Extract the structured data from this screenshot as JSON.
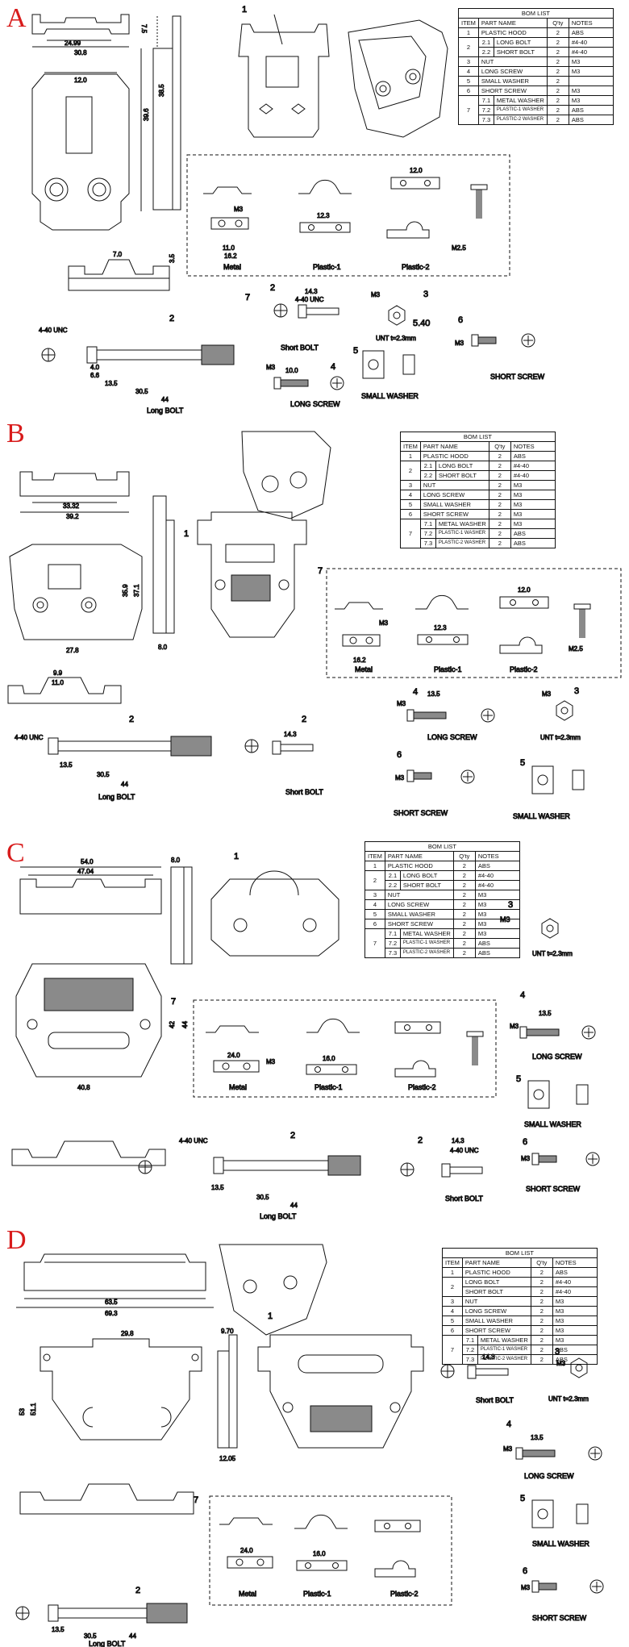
{
  "sections": [
    {
      "letter": "A",
      "bom": {
        "title": "BOM LIST",
        "headers": [
          "ITEM",
          "PART NAME",
          "Q'ty",
          "NOTES"
        ],
        "rows": [
          {
            "item": "1",
            "sub": "",
            "name": "PLASTIC HOOD",
            "qty": "2",
            "notes": "ABS"
          },
          {
            "item": "2",
            "sub": "2.1",
            "name": "LONG BOLT",
            "qty": "2",
            "notes": "#4-40"
          },
          {
            "item": "",
            "sub": "2.2",
            "name": "SHORT BOLT",
            "qty": "2",
            "notes": "#4-40"
          },
          {
            "item": "3",
            "sub": "",
            "name": "NUT",
            "qty": "2",
            "notes": "M3"
          },
          {
            "item": "4",
            "sub": "",
            "name": "LONG SCREW",
            "qty": "2",
            "notes": "M3"
          },
          {
            "item": "5",
            "sub": "",
            "name": "SMALL WASHER",
            "qty": "2",
            "notes": ""
          },
          {
            "item": "6",
            "sub": "",
            "name": "SHORT SCREW",
            "qty": "2",
            "notes": "M3"
          },
          {
            "item": "7",
            "sub": "7.1",
            "name": "METAL WASHER",
            "qty": "2",
            "notes": "M3"
          },
          {
            "item": "",
            "sub": "7.2",
            "name": "PLASTIC-1 WASHER",
            "qty": "2",
            "notes": "ABS"
          },
          {
            "item": "",
            "sub": "7.3",
            "name": "PLASTIC-2 WASHER",
            "qty": "2",
            "notes": "ABS"
          }
        ]
      },
      "dims": {
        "d1": "24.99",
        "d2": "30.8",
        "d3": "12.0",
        "d4": "7.5",
        "d5": "39.6",
        "d6": "38.5",
        "d7": "7.0",
        "d8": "3.5",
        "d9": "12.0",
        "d10": "12.3",
        "d11": "11.0",
        "d12": "16.2",
        "d13": "14.3",
        "d14": "4-40 UNC",
        "d15": "5.40",
        "d16": "10.0",
        "d17": "30.5",
        "d18": "44",
        "d19": "13.5",
        "d20": "6.6",
        "d21": "4.0"
      },
      "labels": {
        "p1": "1",
        "p2": "2",
        "p3": "3",
        "p4": "4",
        "p5": "5",
        "p6": "6",
        "p7": "7",
        "metal": "Metal",
        "plastic1": "Plastic-1",
        "plastic2": "Plastic-2",
        "shortbolt": "Short BOLT",
        "longbolt": "Long BOLT",
        "longscrew": "LONG SCREW",
        "smallwasher": "SMALL WASHER",
        "shortscrew": "SHORT SCREW",
        "unt": "UNT  t=2.3mm",
        "m3": "M3",
        "unc": "4-40 UNC",
        "m25": "M2.5"
      }
    },
    {
      "letter": "B",
      "bom": {
        "title": "BOM LIST",
        "headers": [
          "ITEM",
          "PART NAME",
          "Q'ty",
          "NOTES"
        ],
        "rows": [
          {
            "item": "1",
            "sub": "",
            "name": "PLASTIC HOOD",
            "qty": "2",
            "notes": "ABS"
          },
          {
            "item": "2",
            "sub": "2.1",
            "name": "LONG BOLT",
            "qty": "2",
            "notes": "#4-40"
          },
          {
            "item": "",
            "sub": "2.2",
            "name": "SHORT BOLT",
            "qty": "2",
            "notes": "#4-40"
          },
          {
            "item": "3",
            "sub": "",
            "name": "NUT",
            "qty": "2",
            "notes": "M3"
          },
          {
            "item": "4",
            "sub": "",
            "name": "LONG SCREW",
            "qty": "2",
            "notes": "M3"
          },
          {
            "item": "5",
            "sub": "",
            "name": "SMALL WASHER",
            "qty": "2",
            "notes": "M3"
          },
          {
            "item": "6",
            "sub": "",
            "name": "SHORT SCREW",
            "qty": "2",
            "notes": "M3"
          },
          {
            "item": "7",
            "sub": "7.1",
            "name": "METAL WASHER",
            "qty": "2",
            "notes": "M3"
          },
          {
            "item": "",
            "sub": "7.2",
            "name": "PLASTIC-1 WASHER",
            "qty": "2",
            "notes": "ABS"
          },
          {
            "item": "",
            "sub": "7.3",
            "name": "PLASTIC-2 WASHER",
            "qty": "2",
            "notes": "ABS"
          }
        ]
      },
      "dims": {
        "d1": "33.32",
        "d2": "39.2",
        "d3": "35.9",
        "d4": "37.1",
        "d5": "27.8",
        "d6": "8.0",
        "d7": "9.9",
        "d8": "11.0",
        "d9": "4-40 UNC",
        "d10": "30.5",
        "d11": "44",
        "d12": "13.5",
        "d13": "14.3",
        "d14": "13.5",
        "d15": "12.0",
        "d16": "12.3",
        "d17": "16.2"
      },
      "labels": {
        "p1": "1",
        "p2": "2",
        "p3": "3",
        "p4": "4",
        "p5": "5",
        "p6": "6",
        "p7": "7",
        "metal": "Metal",
        "plastic1": "Plastic-1",
        "plastic2": "Plastic-2",
        "shortbolt": "Short BOLT",
        "longbolt": "Long BOLT",
        "longscrew": "LONG SCREW",
        "smallwasher": "SMALL WASHER",
        "shortscrew": "SHORT SCREW",
        "unt": "UNT  t=2.3mm",
        "m3": "M3",
        "m25": "M2.5"
      }
    },
    {
      "letter": "C",
      "bom": {
        "title": "BOM LIST",
        "headers": [
          "ITEM",
          "PART NAME",
          "Q'ty",
          "NOTES"
        ],
        "rows": [
          {
            "item": "1",
            "sub": "",
            "name": "PLASTIC HOOD",
            "qty": "2",
            "notes": "ABS"
          },
          {
            "item": "2",
            "sub": "2.1",
            "name": "LONG BOLT",
            "qty": "2",
            "notes": "#4-40"
          },
          {
            "item": "",
            "sub": "2.2",
            "name": "SHORT BOLT",
            "qty": "2",
            "notes": "#4-40"
          },
          {
            "item": "3",
            "sub": "",
            "name": "NUT",
            "qty": "2",
            "notes": "M3"
          },
          {
            "item": "4",
            "sub": "",
            "name": "LONG SCREW",
            "qty": "2",
            "notes": "M3"
          },
          {
            "item": "5",
            "sub": "",
            "name": "SMALL WASHER",
            "qty": "2",
            "notes": "M3"
          },
          {
            "item": "6",
            "sub": "",
            "name": "SHORT SCREW",
            "qty": "2",
            "notes": "M3"
          },
          {
            "item": "7",
            "sub": "7.1",
            "name": "METAL WASHER",
            "qty": "2",
            "notes": "M3"
          },
          {
            "item": "",
            "sub": "7.2",
            "name": "PLASTIC-1 WASHER",
            "qty": "2",
            "notes": "ABS"
          },
          {
            "item": "",
            "sub": "7.3",
            "name": "PLASTIC-2 WASHER",
            "qty": "2",
            "notes": "ABS"
          }
        ]
      },
      "dims": {
        "d1": "54.0",
        "d2": "47.04",
        "d3": "8.0",
        "d4": "42",
        "d5": "44",
        "d6": "40.8",
        "d7": "24.0",
        "d8": "16.0",
        "d9": "30.5",
        "d10": "44",
        "d11": "13.5",
        "d12": "14.3",
        "d13": "4-40 UNC",
        "d14": "13.5"
      },
      "labels": {
        "p1": "1",
        "p2": "2",
        "p3": "3",
        "p4": "4",
        "p5": "5",
        "p6": "6",
        "p7": "7",
        "metal": "Metal",
        "plastic1": "Plastic-1",
        "plastic2": "Plastic-2",
        "shortbolt": "Short BOLT",
        "longbolt": "Long BOLT",
        "longscrew": "LONG SCREW",
        "smallwasher": "SMALL WASHER",
        "shortscrew": "SHORT SCREW",
        "unt": "UNT  t=2.3mm",
        "m3": "M3",
        "unc": "4-40 UNC"
      }
    },
    {
      "letter": "D",
      "bom": {
        "title": "BOM LIST",
        "headers": [
          "ITEM",
          "PART NAME",
          "Q'ty",
          "NOTES"
        ],
        "rows": [
          {
            "item": "1",
            "sub": "",
            "name": "PLASTIC HOOD",
            "qty": "2",
            "notes": "ABS"
          },
          {
            "item": "2",
            "sub": "",
            "name": "LONG BOLT",
            "qty": "2",
            "notes": "#4-40"
          },
          {
            "item": "",
            "sub": "",
            "name": "SHORT BOLT",
            "qty": "2",
            "notes": "#4-40"
          },
          {
            "item": "3",
            "sub": "",
            "name": "NUT",
            "qty": "2",
            "notes": "M3"
          },
          {
            "item": "4",
            "sub": "",
            "name": "LONG SCREW",
            "qty": "2",
            "notes": "M3"
          },
          {
            "item": "5",
            "sub": "",
            "name": "SMALL WASHER",
            "qty": "2",
            "notes": "M3"
          },
          {
            "item": "6",
            "sub": "",
            "name": "SHORT SCREW",
            "qty": "2",
            "notes": "M3"
          },
          {
            "item": "7",
            "sub": "7.1",
            "name": "METAL WASHER",
            "qty": "2",
            "notes": "M3"
          },
          {
            "item": "",
            "sub": "7.2",
            "name": "PLASTIC-1 WASHER",
            "qty": "2",
            "notes": "ABS"
          },
          {
            "item": "",
            "sub": "7.3",
            "name": "PLASTIC-2 WASHER",
            "qty": "2",
            "notes": "ABS"
          }
        ]
      },
      "dims": {
        "d1": "63.5",
        "d2": "69.3",
        "d3": "29.8",
        "d4": "53",
        "d5": "51.1",
        "d6": "9.70",
        "d7": "12.05",
        "d8": "24.0",
        "d9": "16.0",
        "d10": "14.3",
        "d11": "30.5",
        "d12": "44",
        "d13": "13.5",
        "d14": "13.5"
      },
      "labels": {
        "p1": "1",
        "p2": "2",
        "p3": "3",
        "p4": "4",
        "p5": "5",
        "p6": "6",
        "p7": "7",
        "metal": "Metal",
        "plastic1": "Plastic-1",
        "plastic2": "Plastic-2",
        "shortbolt": "Short BOLT",
        "longbolt": "Long BOLT",
        "longscrew": "LONG SCREW",
        "smallwasher": "SMALL WASHER",
        "shortscrew": "SHORT SCREW",
        "unt": "UNT  t=2.3mm",
        "m3": "M3"
      }
    }
  ]
}
